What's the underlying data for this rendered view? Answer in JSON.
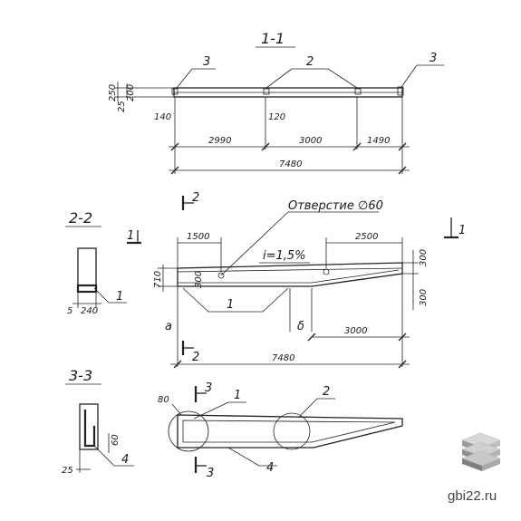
{
  "section_1_1": {
    "title": "1-1",
    "callouts": [
      "3",
      "2",
      "3"
    ],
    "dims_left": [
      "250",
      "200",
      "25"
    ],
    "dims_marks": [
      "140",
      "120"
    ],
    "spans": [
      "2990",
      "3000",
      "1490"
    ],
    "total": "7480"
  },
  "section_2_2": {
    "title": "2-2",
    "dims": [
      "5",
      "240"
    ],
    "callout": "1"
  },
  "section_3_3": {
    "title": "3-3",
    "dims": [
      "25",
      "60"
    ],
    "callout": "4"
  },
  "elevation": {
    "hole_label": "Отверстие ∅60",
    "slope": "i=1,5%",
    "dim_1500": "1500",
    "dim_2500": "2500",
    "dim_300_right_top": "300",
    "dim_300_right_bottom": "300",
    "dim_710": "710",
    "dim_300_left": "300",
    "dim_3000": "3000",
    "total": "7480",
    "callout_1": "1",
    "alpha": "a",
    "delta": "δ",
    "cut_2_top": "2",
    "cut_2_bottom": "2",
    "cut_1_left": "1",
    "cut_1_right": "1"
  },
  "plan": {
    "dim_80": "80",
    "callout_1": "1",
    "callout_2": "2",
    "callout_4": "4",
    "cut_3_top": "3",
    "cut_3_bottom": "3"
  },
  "watermark": {
    "text": "gbi22.ru",
    "logo": "stacked-slabs-logo"
  }
}
